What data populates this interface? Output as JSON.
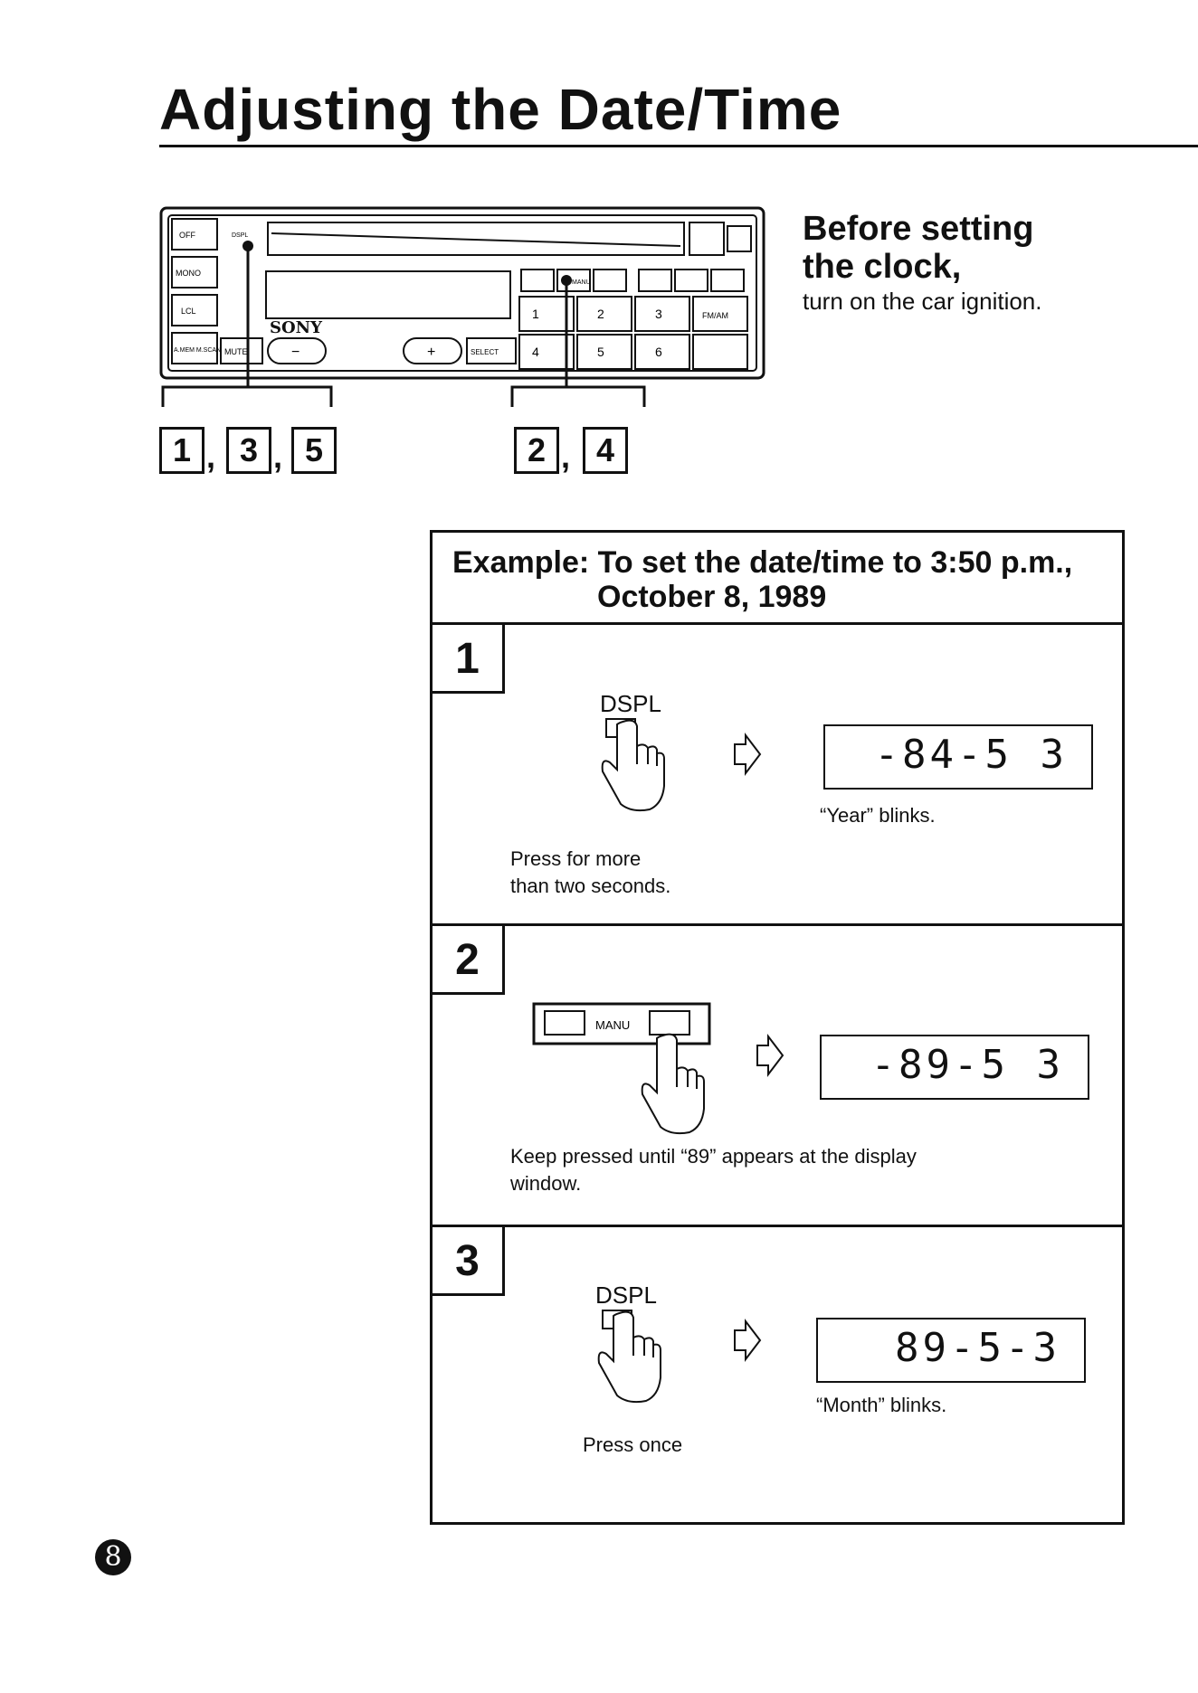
{
  "page": {
    "title": "Adjusting the Date/Time",
    "page_number": "8"
  },
  "radio": {
    "buttons_left": [
      "OFF",
      "MONO",
      "LCL",
      "A.MEM M.SCAN"
    ],
    "dspl_label": "DSPL",
    "brand": "SONY",
    "mute_label": "MUTE",
    "select_label": "SELECT",
    "minus_label": "−",
    "plus_label": "+",
    "presets": [
      "1",
      "2",
      "3",
      "4",
      "5",
      "6"
    ],
    "fm_am_label": "FM/AM",
    "manu_label": "MANU",
    "callout_left": [
      "1",
      "3",
      "5"
    ],
    "callout_right": [
      "2",
      "4"
    ]
  },
  "before": {
    "heading_line1": "Before setting",
    "heading_line2": "the clock,",
    "text": "turn on the car ignition."
  },
  "example": {
    "line1": "Example: To set the date/time to 3:50 p.m.,",
    "line2": "October 8, 1989"
  },
  "steps": [
    {
      "number": "1",
      "button_label": "DSPL",
      "display": "-84-5 3",
      "display_caption": "“Year” blinks.",
      "instruction_line1": "Press for more",
      "instruction_line2": "than two seconds."
    },
    {
      "number": "2",
      "button_label": "MANU",
      "display": "-89-5 3",
      "instruction_line1": "Keep pressed until “89” appears at the display",
      "instruction_line2": "window."
    },
    {
      "number": "3",
      "button_label": "DSPL",
      "display": "89-5-3",
      "display_caption": "“Month” blinks.",
      "instruction_line1": "Press once"
    }
  ]
}
